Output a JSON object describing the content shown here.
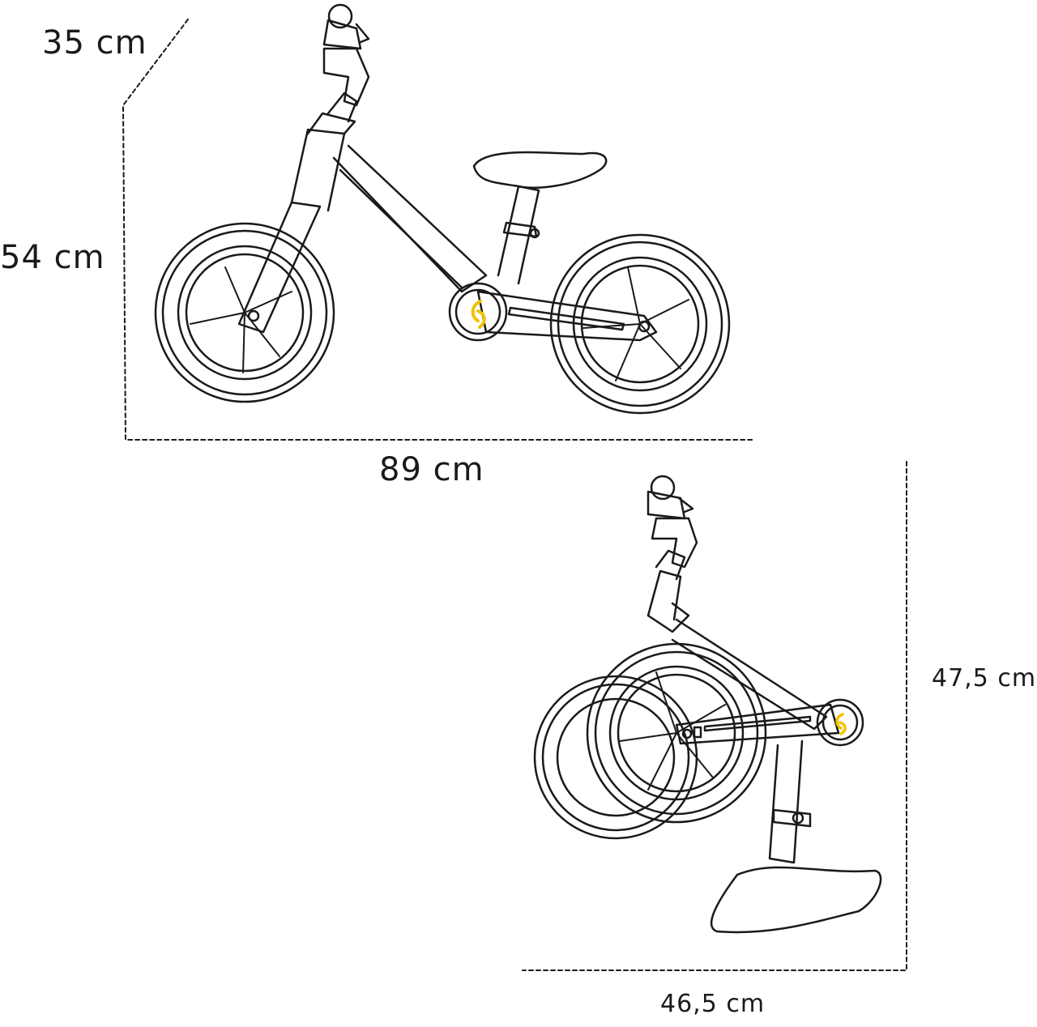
{
  "diagram": {
    "type": "product-dimensions",
    "subject": "balance bike",
    "accent_color": "#f2c200",
    "line_color": "#1a1a1a",
    "assembled": {
      "handlebar_width_label": "35 cm",
      "height_label": "54 cm",
      "length_label": "89 cm"
    },
    "folded": {
      "height_label": "47,5 cm",
      "length_label": "46,5 cm"
    }
  }
}
